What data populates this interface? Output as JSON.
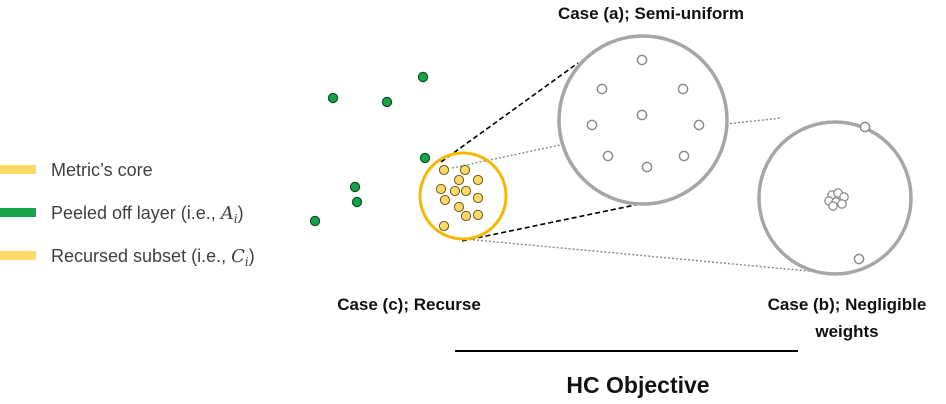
{
  "colors": {
    "core": "#FFD966",
    "core_stroke": "#6B5A1E",
    "peeled": "#16A34A",
    "peeled_stroke": "#0B4F22",
    "recurse_ring": "#F5B800",
    "magnifier": "#A6A6A6",
    "hollow_point": "#8C8C8C"
  },
  "legend": {
    "items": [
      {
        "label": "Metric’s core",
        "color": "#FFD966"
      },
      {
        "label": "Peeled off layer (i.e., ",
        "math_var": "A",
        "math_sub": "i",
        "suffix": ")",
        "color": "#16A34A"
      },
      {
        "label": "Recursed subset (i.e., ",
        "math_var": "C",
        "math_sub": "i",
        "suffix": ")",
        "color": "#FFD966"
      }
    ]
  },
  "cases": {
    "a": {
      "label": "Case (a); Semi-uniform"
    },
    "b": {
      "label_line1": "Case (b); Negligible",
      "label_line2": "weights"
    },
    "c": {
      "label": "Case (c); Recurse"
    }
  },
  "objective": {
    "label": "HC Objective"
  }
}
